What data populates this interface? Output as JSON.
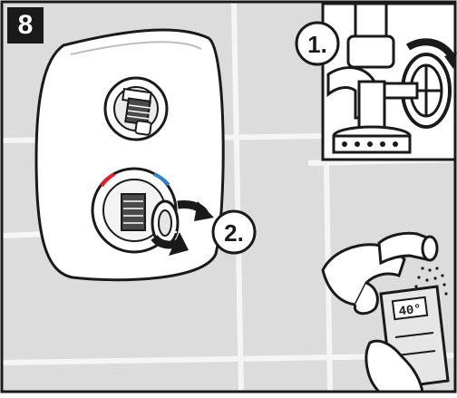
{
  "step": {
    "number": "8"
  },
  "callouts": [
    {
      "label": "1.",
      "id": "shutoff-valve"
    },
    {
      "label": "2.",
      "id": "temperature-handle"
    }
  ],
  "thermometer": {
    "reading": "40°"
  },
  "colors": {
    "line": "#1a1a1a",
    "tile": "#dcdcdc",
    "grout": "#f5f5f5",
    "plate": "#ffffff",
    "hot": "#e31b2b",
    "cold": "#2f84c5",
    "badge": "#1a1a1a"
  },
  "icons": [
    "shutoff-valve-icon",
    "rotate-arrow-icon",
    "hand-icon",
    "shower-head-icon",
    "thermometer-icon"
  ]
}
